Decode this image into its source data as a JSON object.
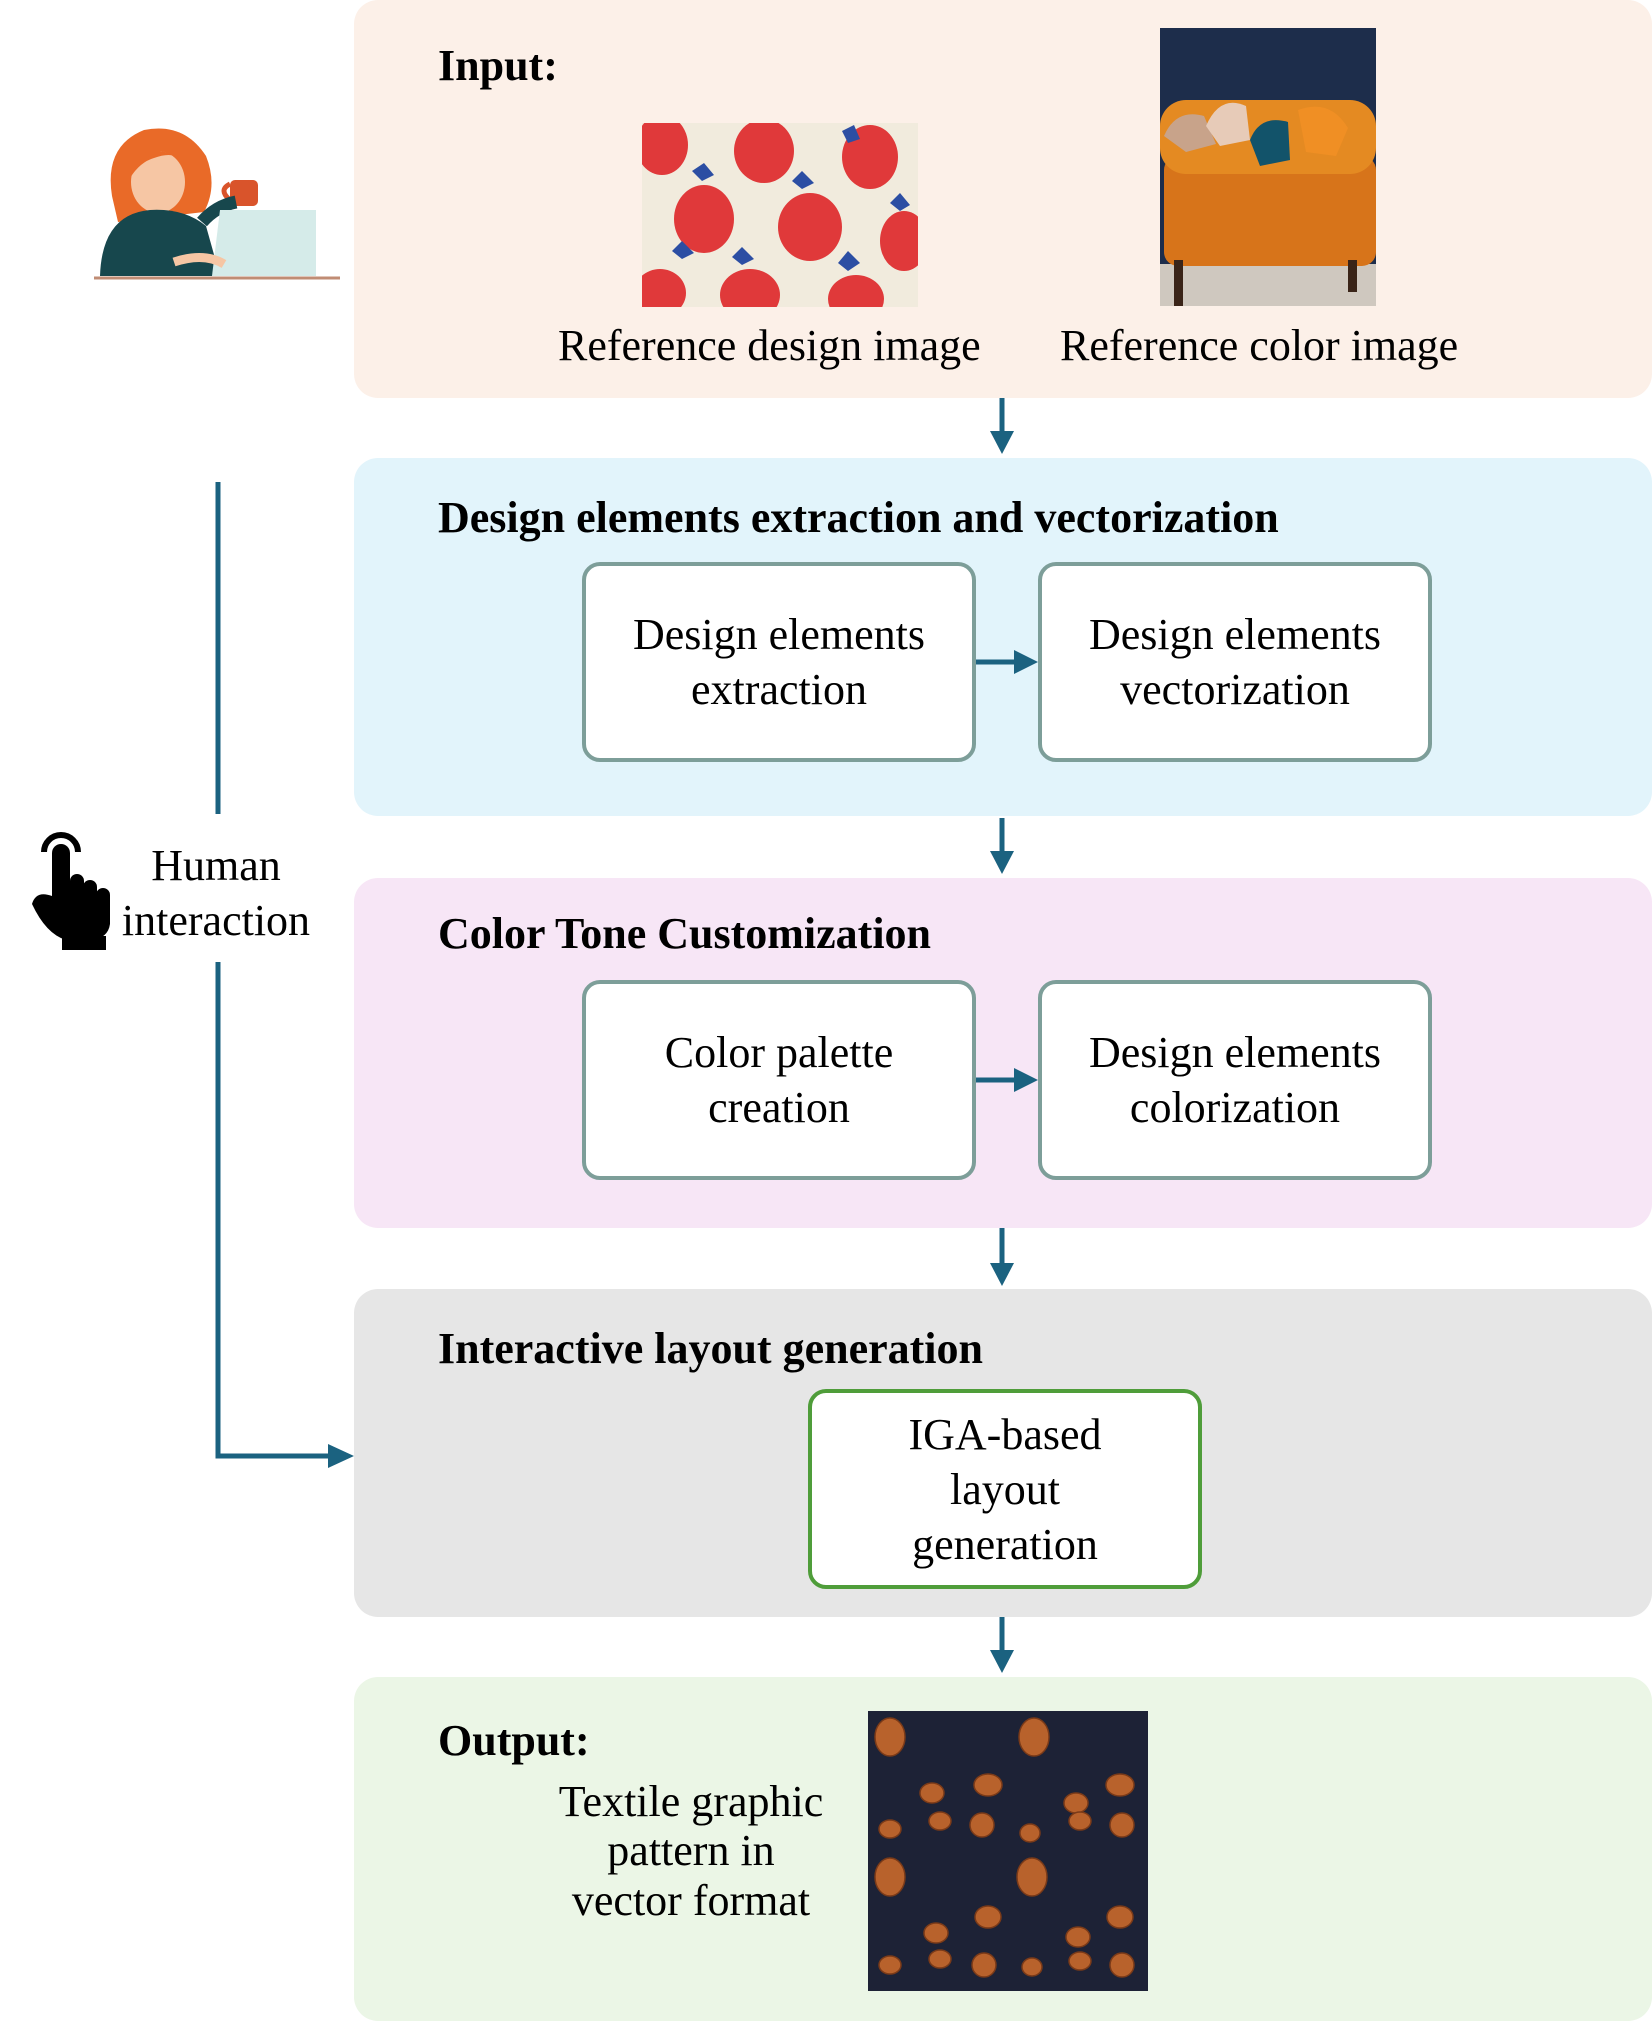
{
  "input": {
    "title": "Input:",
    "design_caption": "Reference design image",
    "color_caption": "Reference color image"
  },
  "extraction": {
    "title": "Design elements extraction and vectorization",
    "box1": "Design elements\nextraction",
    "box2": "Design elements\nvectorization"
  },
  "color": {
    "title": "Color Tone Customization",
    "box1": "Color palette\ncreation",
    "box2": "Design elements\ncolorization"
  },
  "layout": {
    "title": "Interactive layout generation",
    "box1": "IGA-based\nlayout\ngeneration"
  },
  "output": {
    "title": "Output:",
    "caption": "Textile graphic\npattern in\nvector format"
  },
  "side": {
    "human_label": "Human\ninteraction"
  },
  "colors": {
    "arrow": "#1b6280",
    "input_bg": "#fcf0e8",
    "extraction_bg": "#e2f4fb",
    "color_bg": "#f7e6f6",
    "layout_bg": "#e6e6e6",
    "output_bg": "#ebf6e6"
  }
}
